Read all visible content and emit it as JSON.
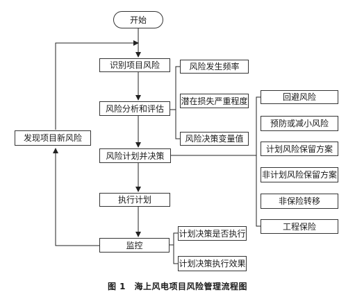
{
  "nodes": {
    "start": "开始",
    "identify": "识别项目风险",
    "analyze": "风险分析和评估",
    "plan": "风险计划并决策",
    "execute": "执行计划",
    "monitor": "监控",
    "discover": "发现项目新风险"
  },
  "analysis_items": [
    "风险发生频率",
    "潜在损失严重程度",
    "风险决策变量值"
  ],
  "strategy_items": [
    "回避风险",
    "预防或减小风险",
    "计划风险保留方案",
    "非计划风险保留方案",
    "非保险转移",
    "工程保险"
  ],
  "monitor_items": [
    "计划决策是否执行",
    "计划决策执行效果"
  ],
  "caption": "图 1　海上风电项目风险管理流程图"
}
